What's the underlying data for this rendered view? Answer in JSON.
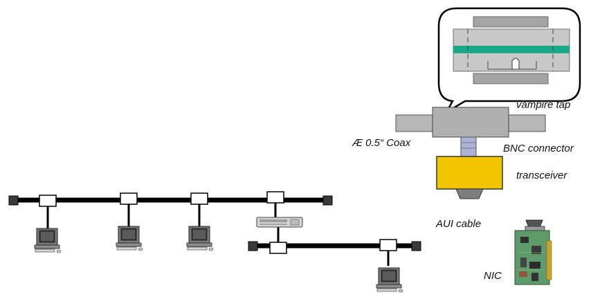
{
  "labels": {
    "vampire_tap": "vampire tap",
    "coax": "Æ 0.5“ Coax",
    "bnc_connector": "BNC connector",
    "transceiver": "transceiver",
    "aui_cable": "AUI cable",
    "nic": "NIC"
  },
  "colors": {
    "cable": "#000000",
    "coax_teal": "#1aa88a",
    "tap_gray": "#b7b7b7",
    "transceiver_yellow": "#f2c500",
    "bnc_blue": "#a9b4d6",
    "nic_green": "#5e9a6a"
  },
  "icons": {
    "computer": "desktop-computer-icon",
    "repeater": "repeater-icon",
    "terminator": "terminator-icon",
    "nic": "network-card-icon"
  },
  "network": {
    "segment_count": 2,
    "segment_1_stations": 4,
    "segment_2_stations": 2
  }
}
